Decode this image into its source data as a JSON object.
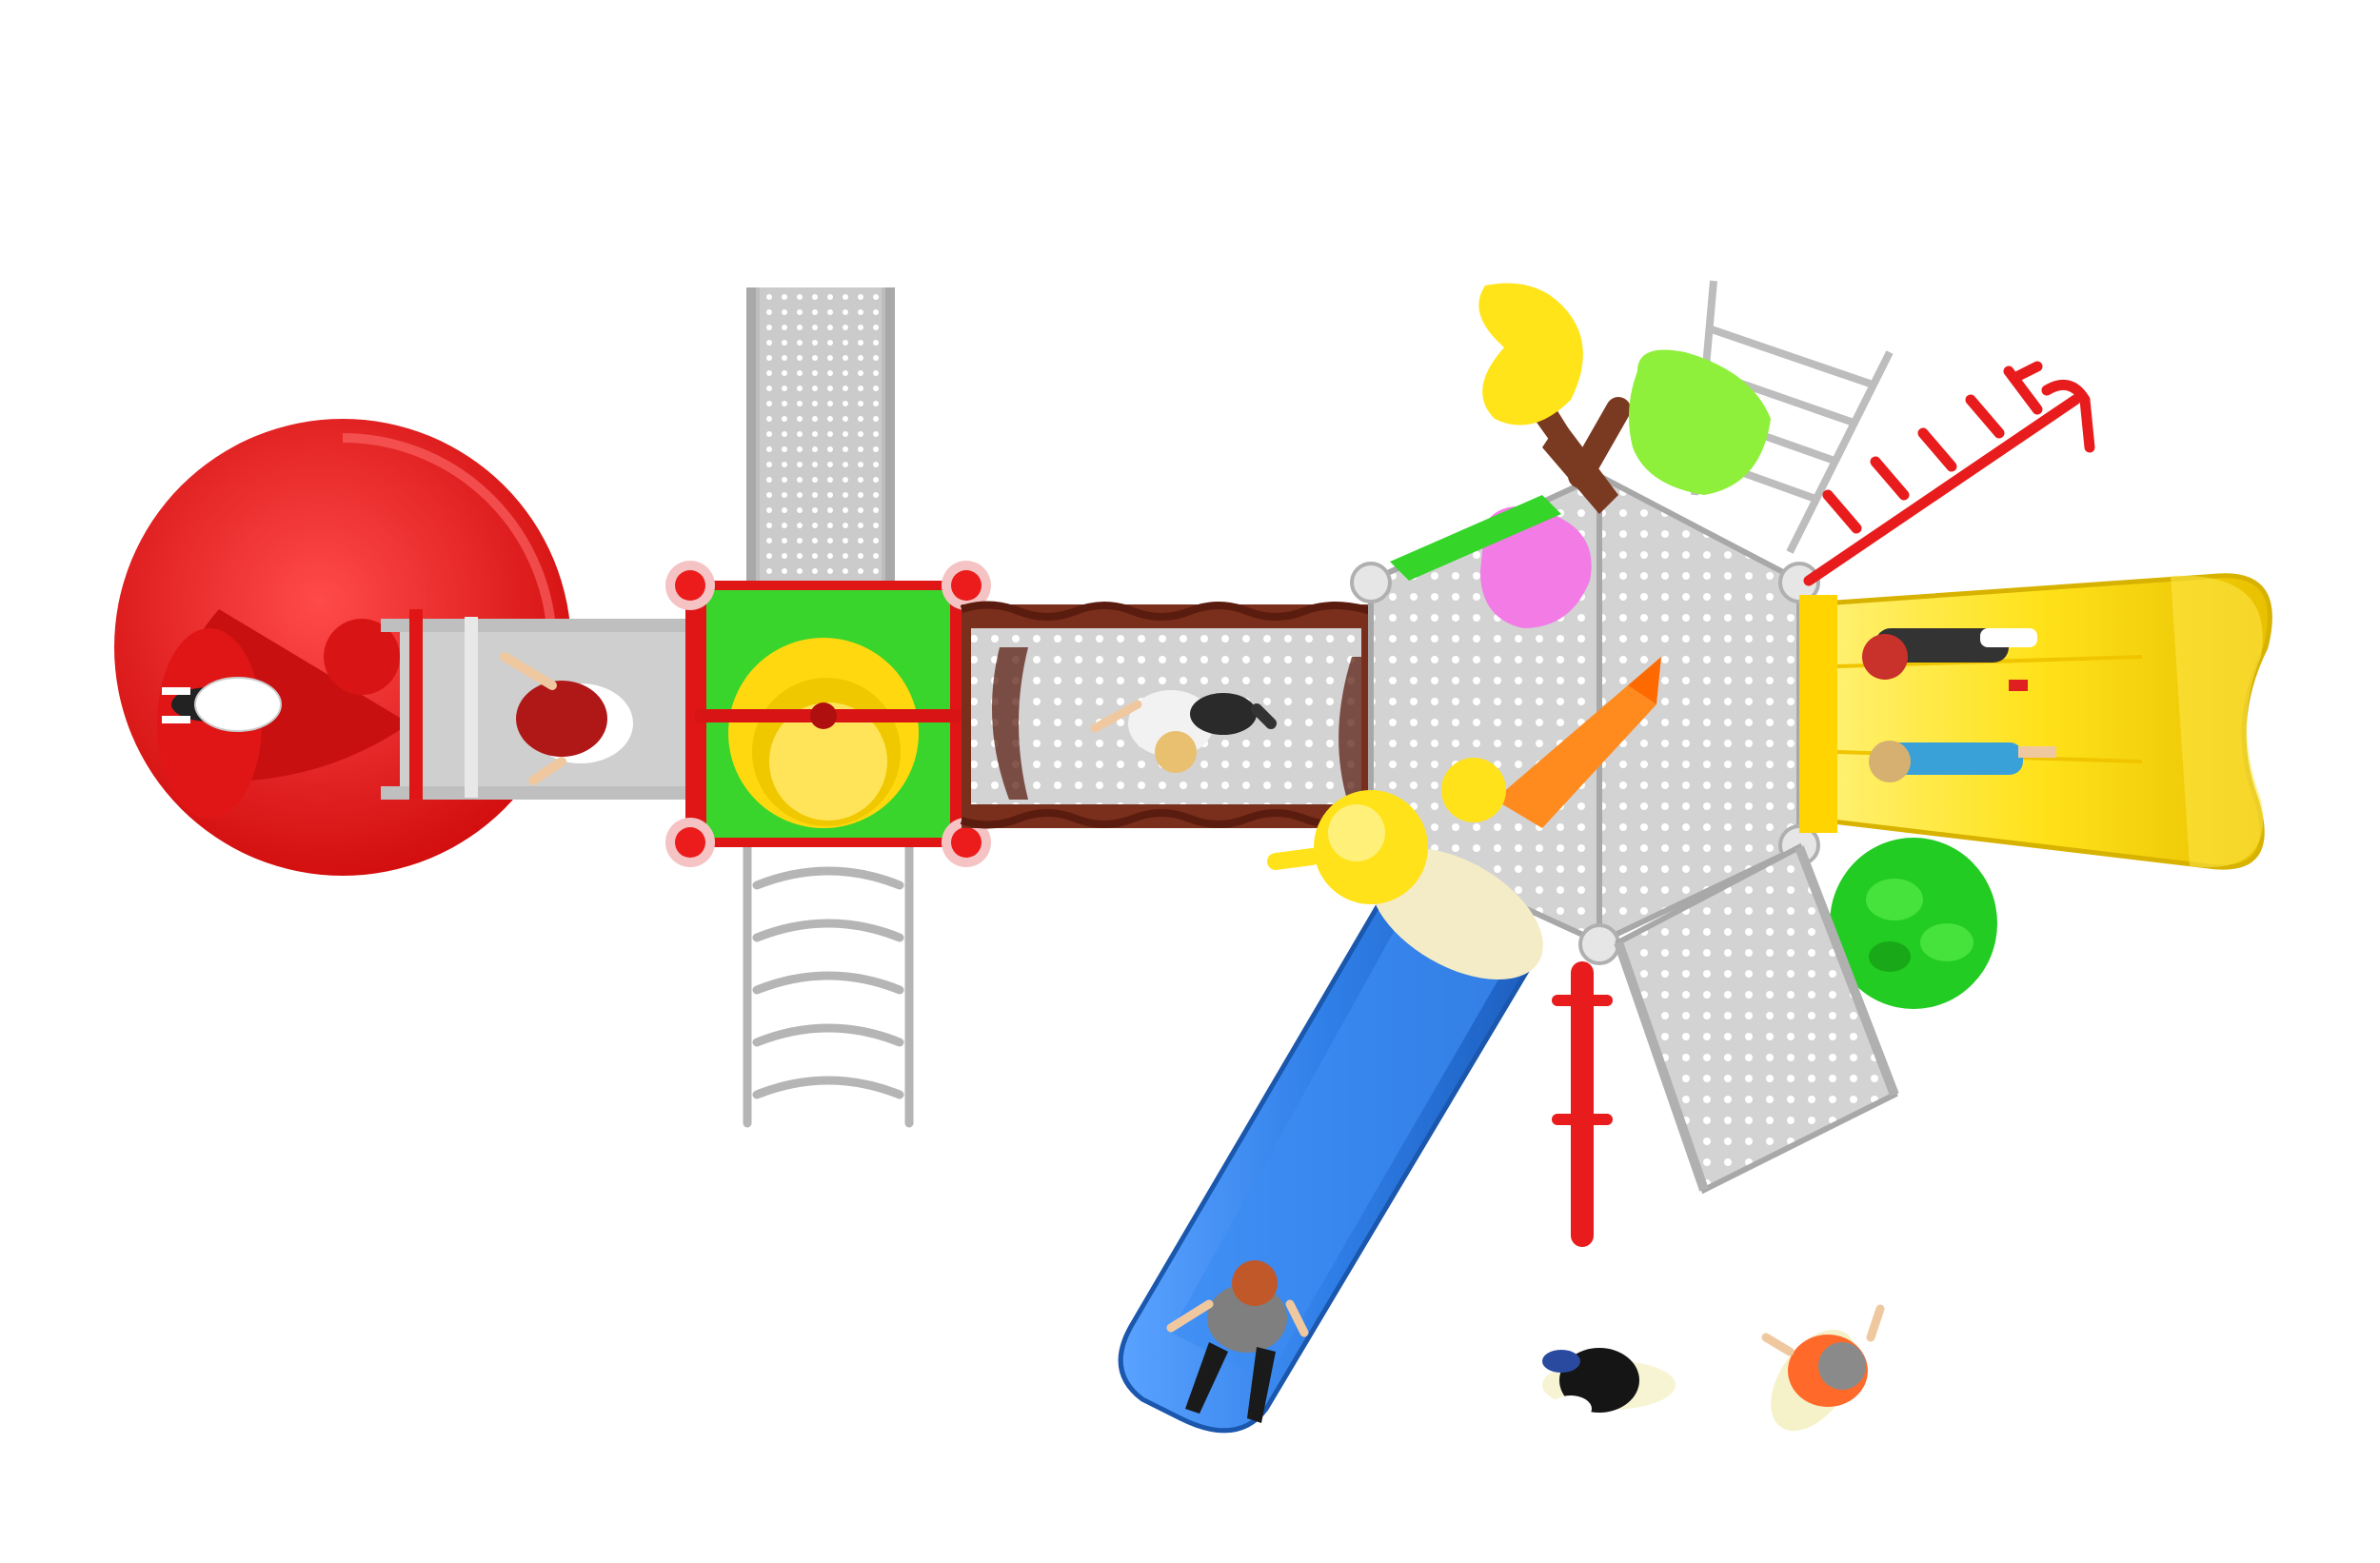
{
  "scene": {
    "subject": "playground",
    "view": "top-down",
    "background_color": "#ffffff"
  },
  "colors": {
    "red": "#ef1c1c",
    "red_dark": "#c40e0e",
    "yellow": "#ffe21a",
    "yellow_dark": "#e0b800",
    "green": "#35d52a",
    "lime": "#8ef03a",
    "blue": "#2f7fe8",
    "blue_dark": "#1d5fc0",
    "orange": "#ff8a1e",
    "pink": "#f27be6",
    "brown": "#7a2e1c",
    "deck_gray": "#cfcfcf",
    "rail_gray": "#b9b9b9",
    "cream": "#f4ecc6"
  },
  "children": [
    {
      "id": "child-on-spiral-slide",
      "shirt": "#ffffff",
      "hair": "#2a1a10"
    },
    {
      "id": "child-red-hair-bridge",
      "shirt": "#ffffff",
      "hair": "#b01818"
    },
    {
      "id": "child-on-net-bridge",
      "shirt": "#f2f2f2",
      "hair": "#e8c070"
    },
    {
      "id": "child-blue-slide",
      "shirt": "#7f7f7f",
      "hair": "#c0582a"
    },
    {
      "id": "child-dark-hair",
      "shirt": "#f5f1c8",
      "hair": "#151515"
    },
    {
      "id": "child-orange-shirt",
      "shirt": "#ff6a2a",
      "hair": "#8a8a8a"
    },
    {
      "id": "child-yellow-slide-top",
      "shirt": "#333333",
      "hair": "#c8322a"
    },
    {
      "id": "child-yellow-slide-bottom",
      "shirt": "#3aa1d8",
      "hair": "#d6b070"
    }
  ]
}
